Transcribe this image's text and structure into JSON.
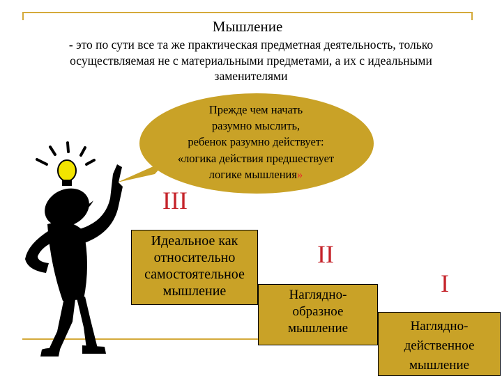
{
  "title": "Мышление",
  "definition": {
    "line1": "- это по сути все та же практическая предметная деятельность, только",
    "line2": "осуществляемая не с материальными предметами, а их с идеальными",
    "line3": "заменителями"
  },
  "bubble": {
    "lines": [
      "Прежде чем начать",
      "разумно мыслить,",
      "ребенок разумно действует:",
      "«логика действия предшествует"
    ],
    "last_line": "логике мышления",
    "closing_quote": "»"
  },
  "levels": [
    {
      "numeral": "III",
      "lines": [
        "Идеальное как",
        "относительно",
        "самостоятельное",
        "мышление"
      ]
    },
    {
      "numeral": "II",
      "lines": [
        "Наглядно-",
        "образное",
        "мышление"
      ]
    },
    {
      "numeral": "I",
      "lines": [
        "Наглядно-",
        "действенное",
        "мышление"
      ]
    }
  ],
  "colors": {
    "frame": "#d4aa3a",
    "bubble": "#c9a227",
    "step": "#c9a227",
    "numeral": "#c5232a",
    "quote": "#e8262a",
    "bulb": "#f2e400"
  },
  "icons": [
    "lightbulb-icon",
    "thinking-person-icon"
  ]
}
